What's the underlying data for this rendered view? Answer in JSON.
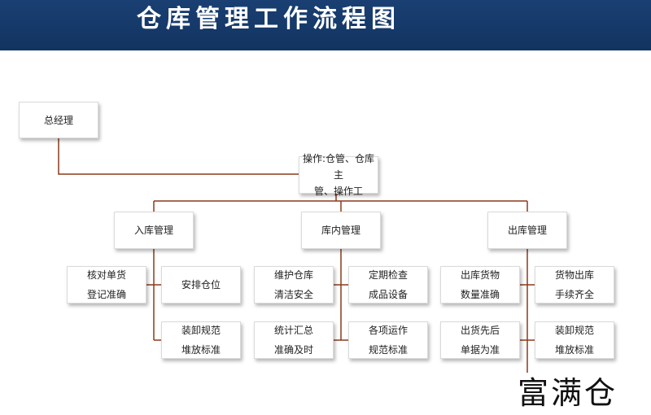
{
  "title": "仓库管理工作流程图",
  "nodes": {
    "ceo": "总经理",
    "operators": [
      "操作:仓管、仓库主",
      "管、操作工"
    ],
    "inbound": "入库管理",
    "inhouse": "库内管理",
    "outbound": "出库管理",
    "in_check": [
      "核对单货",
      "登记准确"
    ],
    "in_slot": "安排仓位",
    "in_handling": [
      "装卸规范",
      "堆放标准"
    ],
    "mid_maintain": [
      "维护仓库",
      "清洁安全"
    ],
    "mid_inspect": [
      "定期检查",
      "成品设备"
    ],
    "mid_summary": [
      "统计汇总",
      "准确及时"
    ],
    "mid_operation": [
      "各项运作",
      "规范标准"
    ],
    "out_goods": [
      "出库货物",
      "数量准确"
    ],
    "out_complete": [
      "货物出库",
      "手续齐全"
    ],
    "out_first": [
      "出货先后",
      "单据为准"
    ],
    "out_handling": [
      "装卸规范",
      "堆放标准"
    ]
  },
  "watermark": "富满仓",
  "colors": {
    "header_bg": "#15386a",
    "connector": "#8b3a1a"
  }
}
